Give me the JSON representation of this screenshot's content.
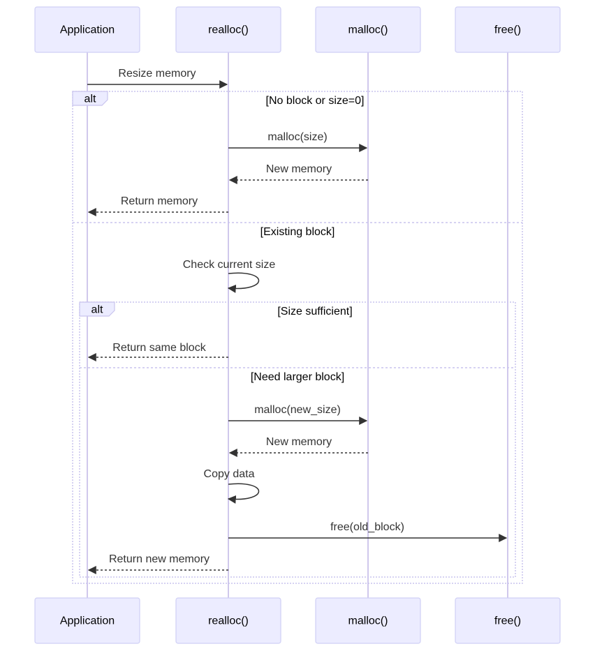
{
  "participants": [
    "Application",
    "realloc()",
    "malloc()",
    "free()"
  ],
  "messages": [
    {
      "from": 0,
      "to": 1,
      "label": "Resize memory",
      "style": "solid"
    },
    {
      "from": 1,
      "to": 2,
      "label": "malloc(size)",
      "style": "solid"
    },
    {
      "from": 2,
      "to": 1,
      "label": "New memory",
      "style": "dashed"
    },
    {
      "from": 1,
      "to": 0,
      "label": "Return memory",
      "style": "dashed"
    },
    {
      "from": 1,
      "to": 1,
      "label": "Check current size",
      "style": "self"
    },
    {
      "from": 1,
      "to": 0,
      "label": "Return same block",
      "style": "dashed"
    },
    {
      "from": 1,
      "to": 2,
      "label": "malloc(new_size)",
      "style": "solid"
    },
    {
      "from": 2,
      "to": 1,
      "label": "New memory",
      "style": "dashed"
    },
    {
      "from": 1,
      "to": 1,
      "label": "Copy data",
      "style": "self"
    },
    {
      "from": 1,
      "to": 3,
      "label": "free(old_block)",
      "style": "solid"
    },
    {
      "from": 1,
      "to": 0,
      "label": "Return new memory",
      "style": "dashed"
    }
  ],
  "fragments": [
    {
      "type": "alt",
      "sections": [
        "[No block or size=0]",
        "[Existing block]"
      ]
    },
    {
      "type": "alt",
      "sections": [
        "[Size sufficient]",
        "[Need larger block]"
      ]
    }
  ],
  "colors": {
    "actor_fill": "#ECECFF",
    "actor_stroke": "#cfcff5",
    "lifeline": "#d0c8ec",
    "message": "#333333",
    "frame": "#c9c4ee"
  }
}
